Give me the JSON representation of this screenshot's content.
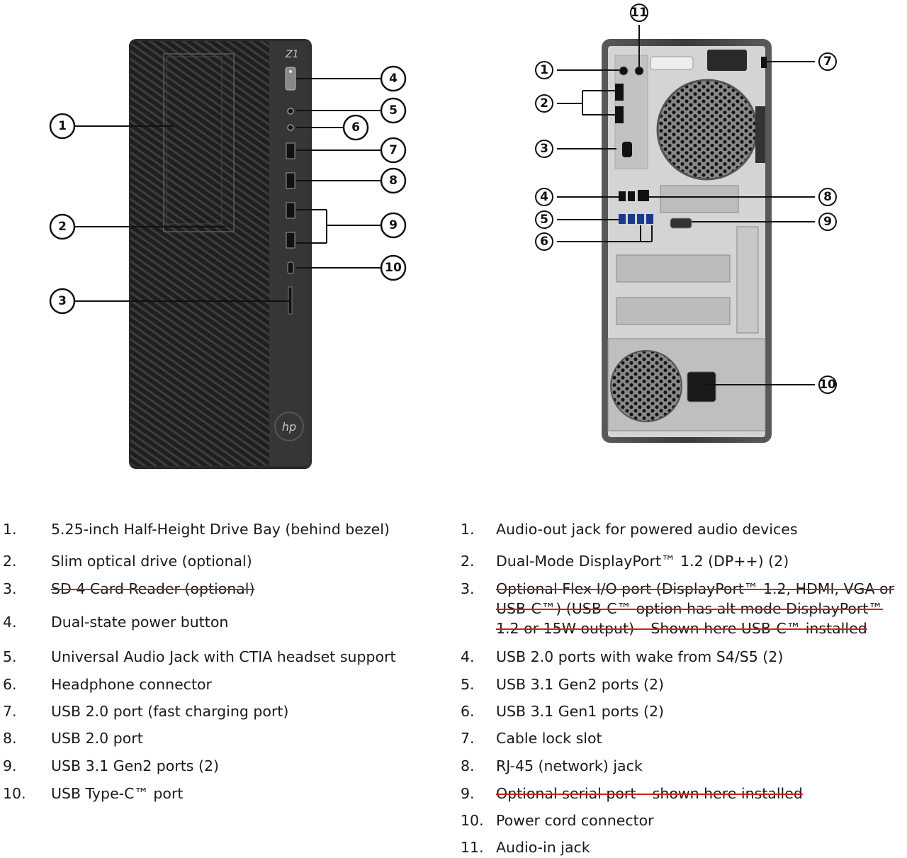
{
  "front_view": {
    "logo_model": "Z1",
    "logo_brand": "hp",
    "callouts": [
      "1",
      "2",
      "3",
      "4",
      "5",
      "6",
      "7",
      "8",
      "9",
      "10"
    ]
  },
  "rear_view": {
    "callouts": [
      "1",
      "2",
      "3",
      "4",
      "5",
      "6",
      "7",
      "8",
      "9",
      "10",
      "11"
    ]
  },
  "legend_front": [
    {
      "num": "1.",
      "text": "5.25-inch Half-Height Drive Bay (behind bezel)",
      "struck": false
    },
    {
      "num": "2.",
      "text": "Slim optical drive (optional)",
      "struck": false
    },
    {
      "num": "3.",
      "text": "SD 4 Card Reader (optional)",
      "struck": true
    },
    {
      "num": "4.",
      "text": "Dual-state power button",
      "struck": false
    },
    {
      "num": "5.",
      "text": "Universal Audio Jack with CTIA headset support",
      "struck": false
    },
    {
      "num": "6.",
      "text": "Headphone connector",
      "struck": false
    },
    {
      "num": "7.",
      "text": "USB 2.0 port (fast charging port)",
      "struck": false
    },
    {
      "num": "8.",
      "text": "USB 2.0 port",
      "struck": false
    },
    {
      "num": "9.",
      "text": "USB 3.1 Gen2 ports (2)",
      "struck": false
    },
    {
      "num": "10.",
      "text": "USB Type-C™ port",
      "struck": false
    }
  ],
  "legend_rear": [
    {
      "num": "1.",
      "text": "Audio-out jack for powered audio devices",
      "struck": false
    },
    {
      "num": "2.",
      "text": "Dual-Mode DisplayPort™ 1.2 (DP++) (2)",
      "struck": false
    },
    {
      "num": "3.",
      "text": "Optional Flex I/O port (DisplayPort™ 1.2, HDMI, VGA or USB-C™) (USB-C™ option has alt mode DisplayPort™ 1.2 or 15W output) – Shown here USB-C™ installed",
      "struck": true
    },
    {
      "num": "4.",
      "text": "USB 2.0 ports with wake from S4/S5 (2)",
      "struck": false
    },
    {
      "num": "5.",
      "text": "USB 3.1 Gen2 ports (2)",
      "struck": false
    },
    {
      "num": "6.",
      "text": "USB 3.1 Gen1 ports (2)",
      "struck": false
    },
    {
      "num": "7.",
      "text": "Cable lock slot",
      "struck": false
    },
    {
      "num": "8.",
      "text": "RJ-45 (network) jack",
      "struck": false
    },
    {
      "num": "9.",
      "text": "Optional serial port – shown here installed",
      "struck": true
    },
    {
      "num": "10.",
      "text": "Power cord connector",
      "struck": false
    },
    {
      "num": "11.",
      "text": "Audio-in jack",
      "struck": false
    }
  ]
}
